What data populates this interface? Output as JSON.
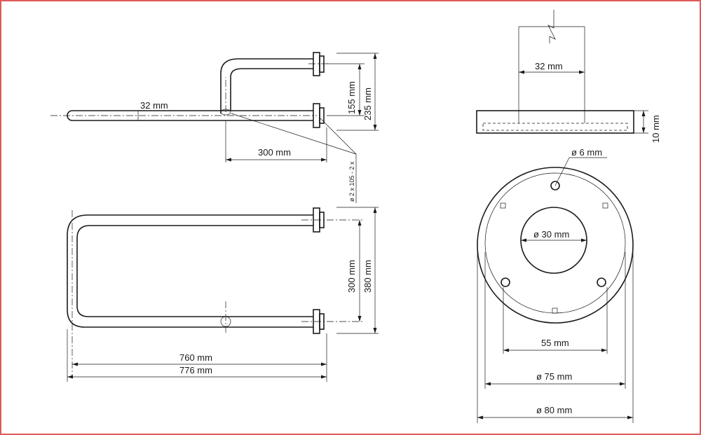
{
  "drawing": {
    "side_view": {
      "tube_diameter": "32 mm",
      "projection": "300 mm",
      "inner_offset": "155 mm",
      "outer_offset": "235 mm",
      "fixing_note": "ø 2 x 105 - 2 x"
    },
    "top_view": {
      "inner_length": "760 mm",
      "outer_length": "776 mm",
      "inner_spacing": "300 mm",
      "outer_spacing": "380 mm"
    },
    "flange_section": {
      "tube_diameter": "32 mm",
      "flange_thickness": "10 mm"
    },
    "flange_plan": {
      "screw_hole": "ø 6 mm",
      "center_hole": "ø 30 mm",
      "hole_spacing": "55 mm",
      "pitch_diameter": "ø 75 mm",
      "outer_diameter": "ø 80 mm"
    }
  }
}
